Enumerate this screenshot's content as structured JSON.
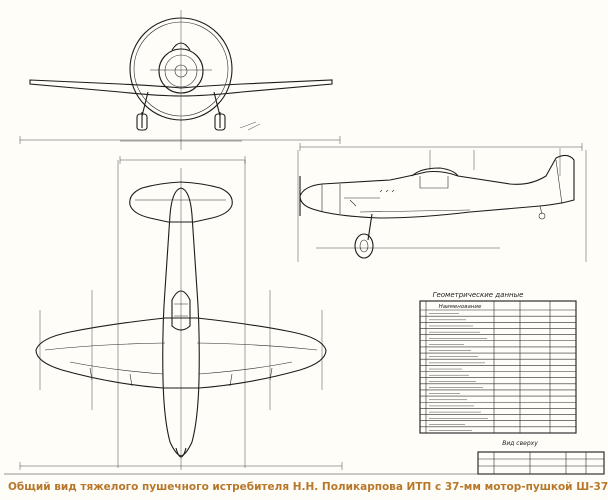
{
  "caption": "Общий вид тяжелого пушечного истребителя Н.Н. Поликарпова ИТП с 37-мм мотор-пушкой Ш-37",
  "table": {
    "title": "Геометрические данные",
    "header": "Наименование",
    "row_count": 20
  },
  "annotations": {
    "under_table": "Вид сверху"
  },
  "colors": {
    "caption": "#b8772b",
    "ink": "#1c1c1c",
    "paper": "#fefdf8"
  }
}
